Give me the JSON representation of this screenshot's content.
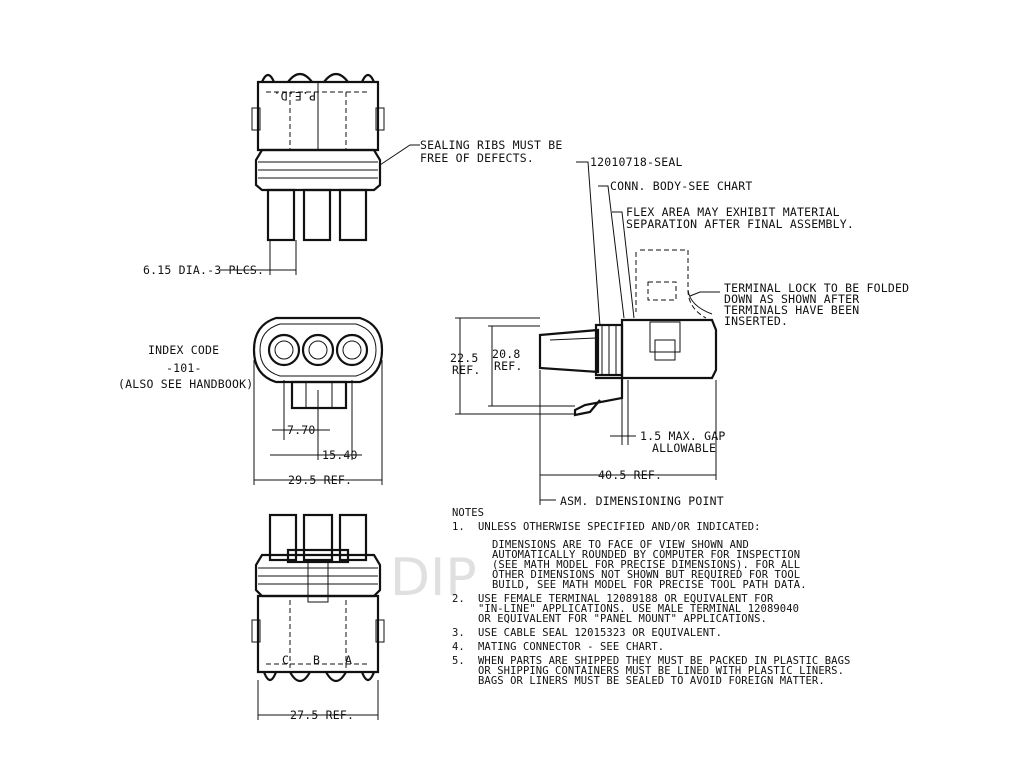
{
  "labels": {
    "sealing_ribs_1": "SEALING RIBS MUST BE",
    "sealing_ribs_2": "FREE OF DEFECTS.",
    "dia": "6.15 DIA.-3 PLCS.",
    "ped": "P.E.D.",
    "index_code": "INDEX CODE",
    "index_value": "-101-",
    "also_see": "(ALSO SEE HANDBOOK)",
    "dim_770": "7.70",
    "dim_1540": "15.40",
    "dim_295": "29.5 REF.",
    "dim_275": "27.5 REF.",
    "cavity_c": "C",
    "cavity_b": "B",
    "cavity_a": "A",
    "seal": "12010718-SEAL",
    "conn_body": "CONN. BODY-SEE CHART",
    "flex_1": "FLEX AREA MAY EXHIBIT MATERIAL",
    "flex_2": "SEPARATION AFTER FINAL ASSEMBLY.",
    "lock_1": "TERMINAL LOCK TO BE FOLDED",
    "lock_2": "DOWN AS SHOWN AFTER",
    "lock_3": "TERMINALS HAVE BEEN",
    "lock_4": "INSERTED.",
    "dim_225": "22.5",
    "ref_a": "REF.",
    "dim_208": "20.8",
    "ref_b": "REF.",
    "gap_1": "1.5 MAX. GAP",
    "gap_2": "ALLOWABLE",
    "dim_405": "40.5 REF.",
    "asm_point": "ASM. DIMENSIONING POINT",
    "watermark": "DIP"
  },
  "notes": {
    "title": "NOTES",
    "n1_num": "1.",
    "n1": "UNLESS OTHERWISE SPECIFIED AND/OR INDICATED:",
    "n1_b1": "DIMENSIONS ARE TO FACE OF VIEW SHOWN AND",
    "n1_b2": "AUTOMATICALLY ROUNDED BY COMPUTER FOR INSPECTION",
    "n1_b3": "(SEE MATH MODEL FOR PRECISE DIMENSIONS). FOR ALL",
    "n1_b4": "OTHER DIMENSIONS NOT SHOWN BUT REQUIRED FOR TOOL",
    "n1_b5": "BUILD, SEE MATH MODEL FOR PRECISE TOOL PATH DATA.",
    "n2_num": "2.",
    "n2_1": "USE FEMALE TERMINAL 12089188 OR EQUIVALENT FOR",
    "n2_2": "\"IN-LINE\" APPLICATIONS. USE MALE TERMINAL 12089040",
    "n2_3": "OR EQUIVALENT FOR \"PANEL MOUNT\" APPLICATIONS.",
    "n3_num": "3.",
    "n3": "USE CABLE SEAL 12015323 OR EQUIVALENT.",
    "n4_num": "4.",
    "n4": "MATING CONNECTOR - SEE CHART.",
    "n5_num": "5.",
    "n5_1": "WHEN PARTS ARE SHIPPED THEY MUST BE PACKED IN PLASTIC BAGS",
    "n5_2": "OR SHIPPING CONTAINERS MUST BE LINED WITH PLASTIC LINERS.",
    "n5_3": "BAGS OR LINERS MUST BE SEALED TO AVOID FOREIGN MATTER."
  }
}
